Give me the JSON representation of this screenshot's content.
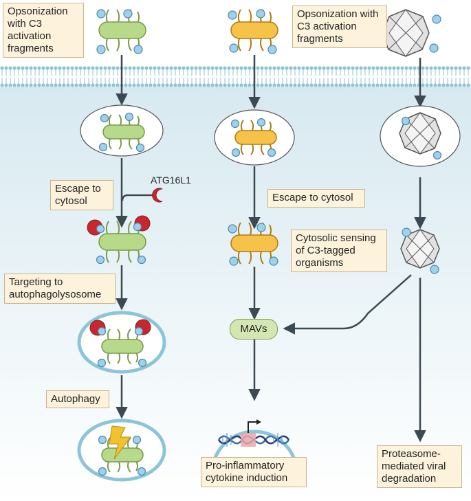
{
  "labels": {
    "opsonization_left": "Opsonization\nwith C3\nactivation\nfragments",
    "opsonization_right": "Opsonization with\nC3 activation\nfragments",
    "escape_left": "Escape to\ncytosol",
    "atg16l1": "ATG16L1",
    "targeting": "Targeting to\nautophagolysosome",
    "autophagy": "Autophagy",
    "escape_middle": "Escape to cytosol",
    "cytosolic_sensing": "Cytosolic sensing\nof C3-tagged\norganisms",
    "mavs": "MAVs",
    "proinflammatory": "Pro-inflammatory\ncytokine induction",
    "proteasome": "Proteasome-\nmediated viral\ndegradation"
  },
  "colors": {
    "cytosol": "#dcebf1",
    "membrane": "#a9d0de",
    "green_bacterium": "#b6d98a",
    "yellow_bacterium": "#f7c24a",
    "c3_fragment": "#9fd0ec",
    "atg16l1": "#c8282d",
    "label_fill": "#fdf3dc",
    "arrow": "#3c4852"
  }
}
